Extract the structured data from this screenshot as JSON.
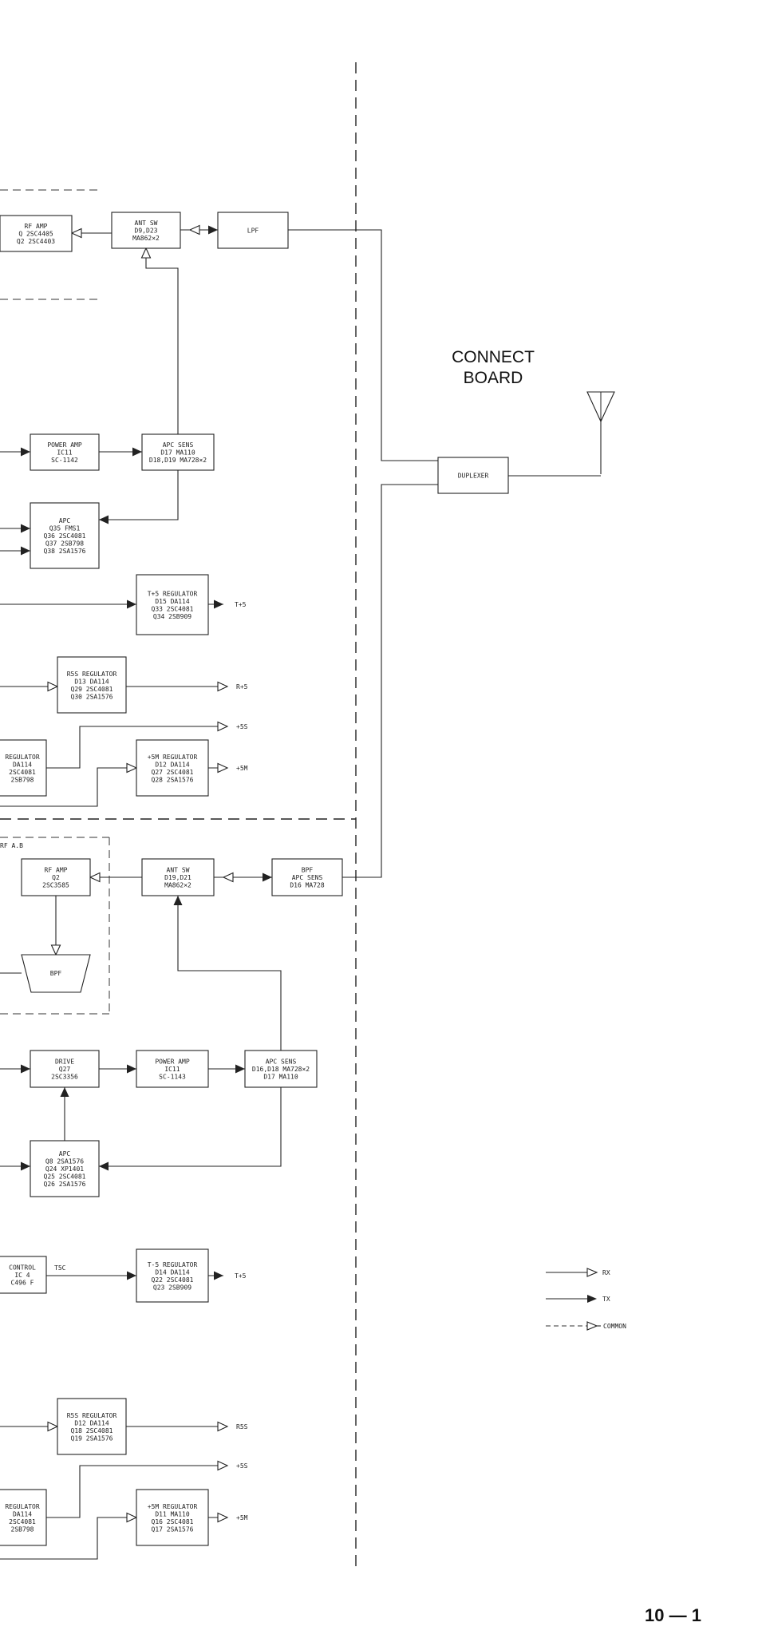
{
  "board_title": [
    "CONNECT",
    "BOARD"
  ],
  "page_number": "10 — 1",
  "blocks": {
    "rf_amp_top": [
      "RF AMP",
      "Q  2SC4405",
      "Q2 2SC4403"
    ],
    "ant_sw_top": [
      "ANT SW",
      "D9,D23",
      "MA862×2"
    ],
    "lpf": [
      "LPF"
    ],
    "power_amp_top": [
      "POWER AMP",
      "IC11",
      "SC-1142"
    ],
    "apc_sens_top": [
      "APC SENS",
      "D17 MA110",
      "D18,D19 MA728×2"
    ],
    "apc_top": [
      "APC",
      "Q35    FMS1",
      "Q36 2SC4081",
      "Q37  2SB798",
      "Q38  2SA1576"
    ],
    "t5_reg_top": [
      "T+5 REGULATOR",
      "D15    DA114",
      "Q33 2SC4081",
      "Q34  2SB909"
    ],
    "r5s_reg_top": [
      "R5S REGULATOR",
      "D13     DA114",
      "Q29 2SC4081",
      "Q30  2SA1576"
    ],
    "reg_left_top": [
      "REGULATOR",
      "DA114",
      "2SC4081",
      "2SB798"
    ],
    "m5_reg_top": [
      "+5M REGULATOR",
      "D12     DA114",
      "Q27 2SC4081",
      "Q28  2SA1576"
    ],
    "duplexer": [
      "DUPLEXER"
    ],
    "rf_amp_bot": [
      "RF AMP",
      "Q2",
      "2SC3585"
    ],
    "ant_sw_bot": [
      "ANT SW",
      "D19,D21",
      "MA862×2"
    ],
    "bpf_apc": [
      "BPF",
      "APC SENS",
      "D16 MA728"
    ],
    "bpf_filter": [
      "BPF"
    ],
    "drive": [
      "DRIVE",
      "Q27",
      "2SC3356"
    ],
    "power_amp_bot": [
      "POWER AMP",
      "IC11",
      "SC-1143"
    ],
    "apc_sens_bot": [
      "APC SENS",
      "D16,D18 MA728×2",
      "D17 MA110"
    ],
    "apc_bot": [
      "APC",
      "Q8   2SA1576",
      "Q24  XP1401",
      "Q25 2SC4081",
      "Q26  2SA1576"
    ],
    "control": [
      "CONTROL",
      "IC 4",
      "C496 F"
    ],
    "t5_reg_bot": [
      "T-5 REGULATOR",
      "D14     DA114",
      "Q22 2SC4081",
      "Q23  2SB909"
    ],
    "r5s_reg_bot": [
      "R5S REGULATOR",
      "D12     DA114",
      "Q18 2SC4081",
      "Q19  2SA1576"
    ],
    "reg_left_bot": [
      "REGULATOR",
      "DA114",
      "2SC4081",
      "2SB798"
    ],
    "m5_reg_bot": [
      "+5M REGULATOR",
      "D11     MA110",
      "Q16 2SC4081",
      "Q17  2SA1576"
    ]
  },
  "signals": {
    "top": {
      "t5": "T+5",
      "r5": "R+5",
      "s5": "+5S",
      "m5": "+5M"
    },
    "bottom": {
      "tsc": "T5C",
      "t5": "T+5",
      "r5s": "R5S",
      "s5": "+5S",
      "m5": "+5M"
    },
    "section_label": "RF A.B"
  },
  "legend": {
    "rx": "RX",
    "tx": "TX",
    "common": "COMMON"
  }
}
